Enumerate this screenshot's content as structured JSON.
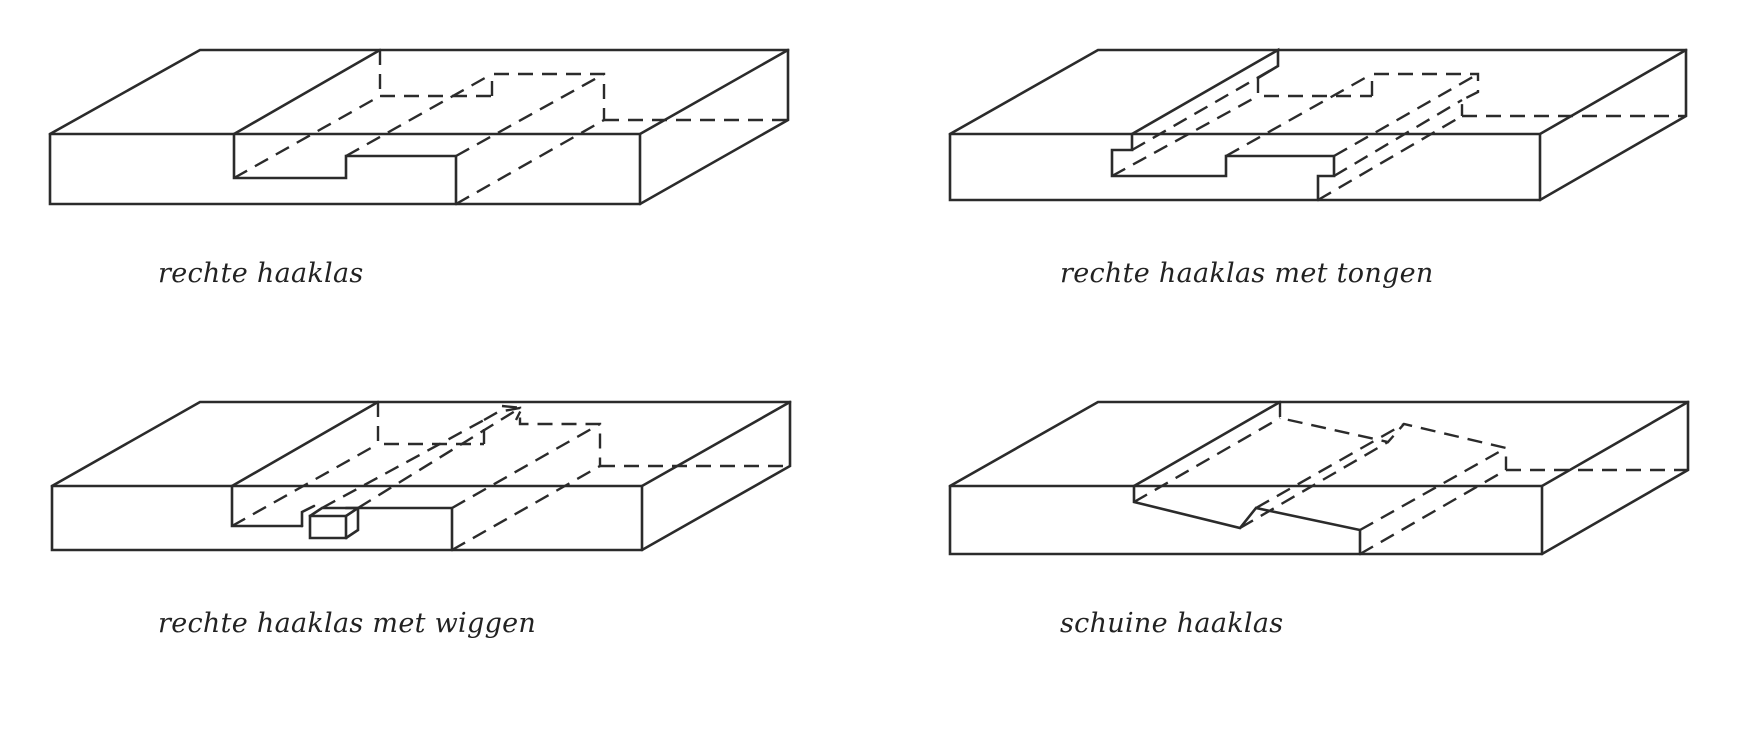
{
  "captions": {
    "joint1": "rechte haaklas",
    "joint2": "rechte haaklas met tongen",
    "joint3": "rechte haaklas met wiggen",
    "joint4": "schuine haaklas"
  },
  "colors": {
    "line": "#2b2b2b",
    "text": "#222222",
    "background": "#ffffff"
  }
}
